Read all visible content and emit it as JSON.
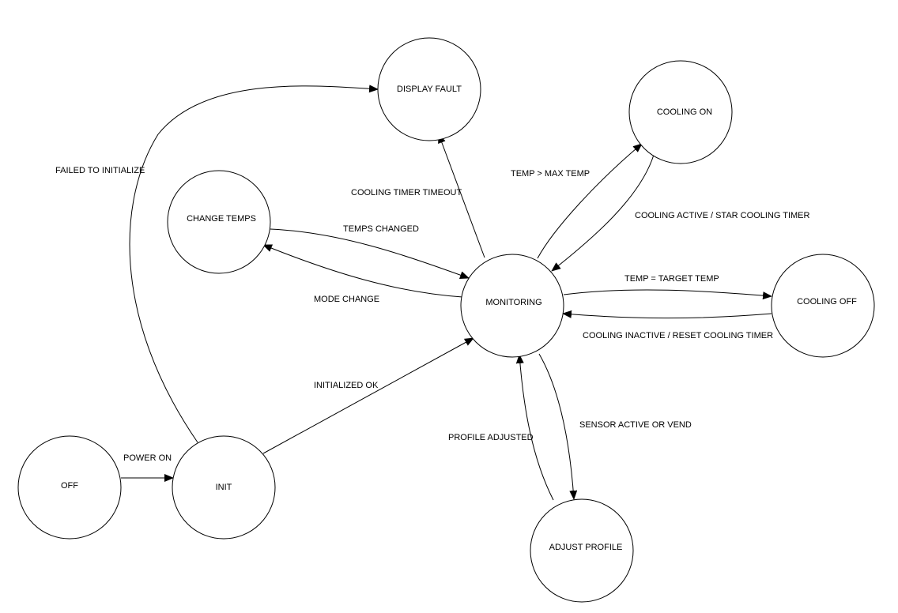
{
  "states": {
    "display_fault": "DISPLAY FAULT",
    "cooling_on": "COOLING ON",
    "change_temps": "CHANGE TEMPS",
    "monitoring": "MONITORING",
    "cooling_off": "COOLING OFF",
    "off": "OFF",
    "init": "INIT",
    "adjust_profile": "ADJUST PROFILE"
  },
  "transitions": {
    "failed_to_initialize": "FAILED TO INITIALIZE",
    "cooling_timer_timeout": "COOLING TIMER TIMEOUT",
    "temps_changed": "TEMPS CHANGED",
    "mode_change": "MODE CHANGE",
    "temp_gt_max": "TEMP > MAX TEMP",
    "cooling_active": "COOLING ACTIVE / STAR COOLING TIMER",
    "temp_eq_target": "TEMP = TARGET TEMP",
    "cooling_inactive": "COOLING INACTIVE / RESET COOLING TIMER",
    "initialized_ok": "INITIALIZED OK",
    "power_on": "POWER ON",
    "sensor_active": "SENSOR ACTIVE OR VEND",
    "profile_adjusted": "PROFILE ADJUSTED"
  },
  "colors": {
    "stroke": "#000000",
    "background": "#ffffff"
  }
}
